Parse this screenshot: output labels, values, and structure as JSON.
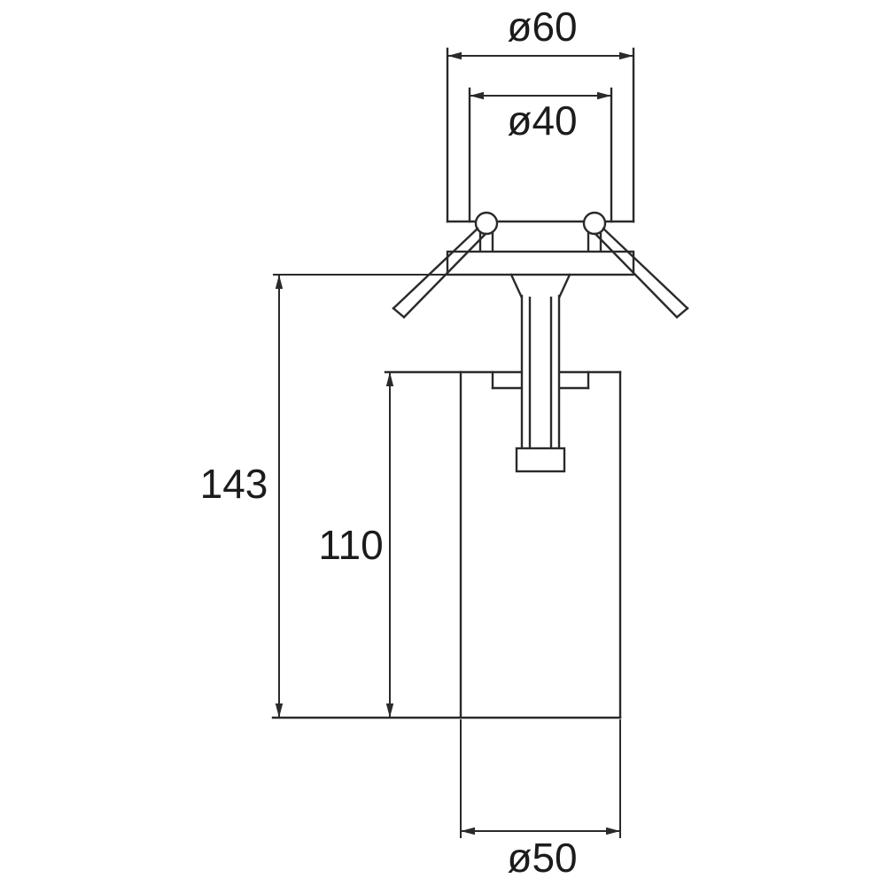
{
  "drawing": {
    "labels": {
      "top_outer_diameter": "ø60",
      "top_inner_diameter": "ø40",
      "total_height": "143",
      "body_height": "110",
      "body_diameter": "ø50"
    },
    "colors": {
      "line": "#2a2a2a",
      "text": "#1c1c1c",
      "background": "#ffffff"
    }
  }
}
